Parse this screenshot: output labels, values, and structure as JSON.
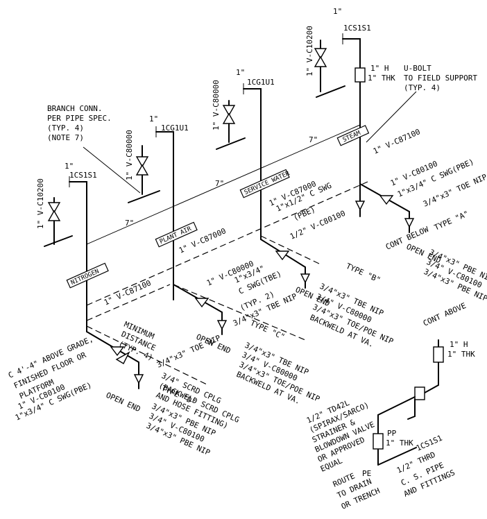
{
  "labels": {
    "branch_conn": [
      "BRANCH CONN.",
      "PER PIPE SPEC.",
      "(TYP. 4)",
      "(NOTE 7)"
    ],
    "ubolt": [
      "U-BOLT",
      "TO FIELD SUPPORT",
      "(TYP. 4)"
    ],
    "dim_7": "7\"",
    "header_tags": {
      "nitrogen": "NITROGEN",
      "plant_air": "PLANT AIR",
      "service_water": "SERVICE WATER",
      "steam": "STEAM"
    },
    "top_tags": {
      "n2": [
        "1\"",
        "1CS1S1"
      ],
      "air": [
        "1\"",
        "1CG1U1"
      ],
      "water": [
        "1\"",
        "1CG1U1"
      ],
      "steam": [
        "1\"",
        "1CS1S1"
      ]
    },
    "top_valves": {
      "n2": "1\" V-C10200",
      "air": "1\" V-C80000",
      "water": "1\" V-C80000",
      "steam": "1\" V-C10200"
    },
    "insul_top": [
      "1\" H",
      "1\" THK"
    ],
    "header_lines": {
      "n2": "1\" V-C87100",
      "air": "1\" V-C87000",
      "water": "1\" V-C87000",
      "steam": "1\" V-C87100"
    },
    "type_a": {
      "title": "TYPE \"A\"",
      "valve": "1\" V-C80100",
      "swg": "1\"x3/4\" C SWG(PBE)",
      "nip": "3/4\"x3\" TOE NIP",
      "open_end": "OPEN END",
      "cont_below": "CONT BELOW",
      "list": [
        "3/4\"x3\" PBE NIP",
        "3/4\" V-C80100",
        "3/4\"x3\" PBE NIP"
      ]
    },
    "type_b": {
      "title": "TYPE \"B\"",
      "swg": [
        "1\"x1/2\" C SWG",
        "(PBE)"
      ],
      "valve": "1/2\" V-C80100",
      "typ2": "(TYP. 2)",
      "open_end": "OPEN END",
      "list": [
        "3/4\"x3\" TBE NIP",
        "3/4\" V-C80000",
        "3/4\"x3\" TOE/POE NIP",
        "BACKWELD AT VA."
      ]
    },
    "type_c": {
      "title": "TYPE \"C\"",
      "valve": "1\" V-C80000",
      "swg": [
        "1\"x3/4\"",
        "C SWG(TBE)"
      ],
      "nip": "3/4\"x3\" TBE NIP",
      "open_end": "OPEN END",
      "list": [
        "3/4\"x3\" TBE NIP",
        "3/4\" V-C80000",
        "3/4\"x3\" TOE/POE NIP",
        "BACKWELD AT VA."
      ]
    },
    "type_d": {
      "title": "TYPE \"D\"",
      "valve": "1\" V-C80100",
      "swg": "1\"x3/4\" C SWG(PBE)",
      "nip_list": [
        "3/4\"x3\" TOE NIP",
        "3/4\" SCRD CPLG",
        "(BACKWELD SCRD CPLG",
        "AND HOSE FITTING)"
      ],
      "open_end": "OPEN END",
      "list": [
        "3/4\"x3\" PBE NIP",
        "3/4\" V-C80100",
        "3/4\"x3\" PBE NIP"
      ]
    },
    "minimum": [
      "MINIMUM",
      "DISTANCE",
      "(TYP. 4)"
    ],
    "grade": [
      "C 4'-4\" ABOVE GRADE,",
      "FINISHED FLOOR OR",
      "PLATFORM"
    ],
    "trap": {
      "cont_above": "CONT ABOVE",
      "insul": [
        "1\" H",
        "1\" THK"
      ],
      "td": [
        "1/2\" TD42L",
        "(SPIRAX/SARCO)",
        "STRAINER &",
        "BLOWDOWN VALVE",
        "OR APPROVED",
        "EQUAL"
      ],
      "pp": [
        "PP",
        "1\" THK"
      ],
      "pe": "PE",
      "spec": "1CS1S1",
      "thrd": "1/2\" THRD",
      "cs_pipe": [
        "C. S. PIPE",
        "AND FITTINGS"
      ],
      "route": [
        "ROUTE",
        "TO DRAIN",
        "OR TRENCH"
      ]
    }
  }
}
